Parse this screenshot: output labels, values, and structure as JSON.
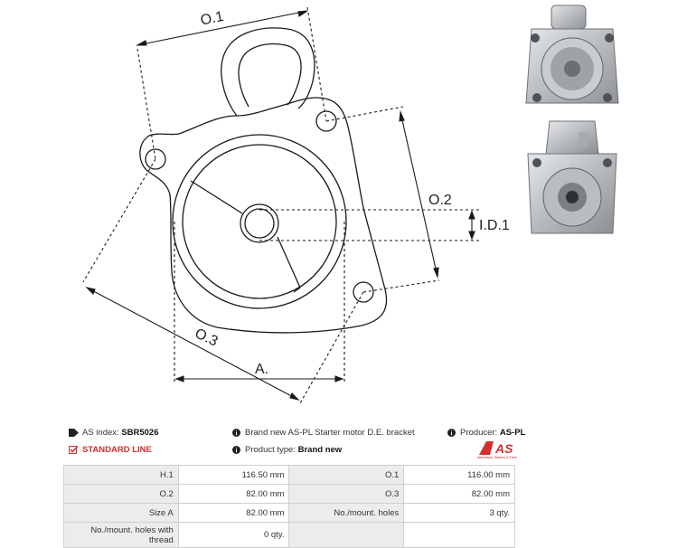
{
  "drawing": {
    "labels": {
      "o1": "O.1",
      "o2": "O.2",
      "o3": "O.3",
      "id1": "I.D.1",
      "a": "A."
    }
  },
  "info": {
    "as_index_label": "AS index:",
    "as_index_value": "SBR5026",
    "standard_line": "STANDARD LINE",
    "description": "Brand new AS-PL Starter motor D.E. bracket",
    "product_type_label": "Product type:",
    "product_type_value": "Brand new",
    "producer_label": "Producer:",
    "producer_value": "AS-PL",
    "logo_text": "AS",
    "logo_tagline": "Alternators, Starters & Parts"
  },
  "specs": {
    "rows": [
      {
        "k1": "H.1",
        "v1": "116.50 mm",
        "k2": "O.1",
        "v2": "116.00 mm"
      },
      {
        "k1": "O.2",
        "v1": "82.00 mm",
        "k2": "O.3",
        "v2": "82.00 mm"
      },
      {
        "k1": "Size A",
        "v1": "82.00 mm",
        "k2": "No./mount. holes",
        "v2": "3 qty."
      },
      {
        "k1": "No./mount. holes with thread",
        "v1": "0 qty.",
        "k2": "",
        "v2": ""
      }
    ]
  },
  "colors": {
    "accent_red": "#d32f2f",
    "line": "#1a1a1a",
    "metal": "#b8bcc0"
  }
}
